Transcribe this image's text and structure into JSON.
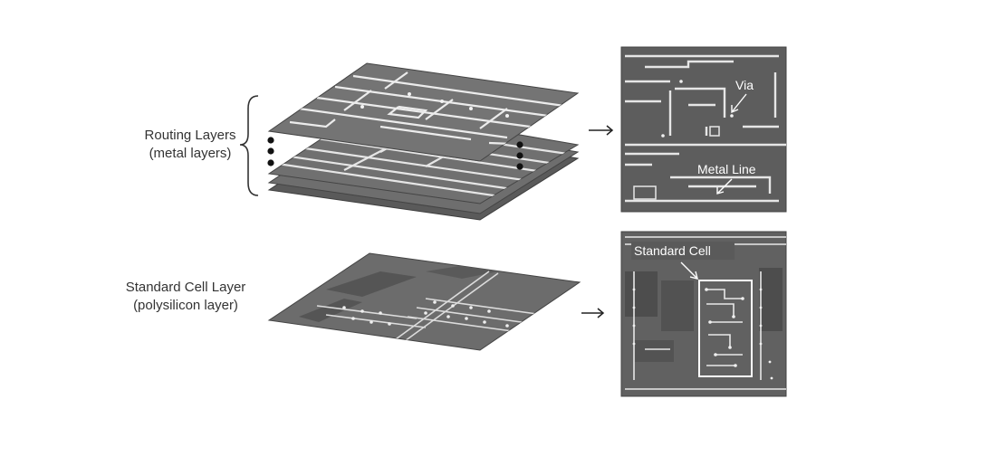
{
  "labels": {
    "routing_line1": "Routing Layers",
    "routing_line2": "(metal layers)",
    "std_line1": "Standard Cell Layer",
    "std_line2": "(polysilicon layer)"
  },
  "callouts": {
    "via": "Via",
    "metal_line": "Metal Line",
    "standard_cell": "Standard Cell"
  },
  "colors": {
    "layer_fill": "#6e6e6e",
    "layer_dark": "#4f4f4f",
    "trace": "#e8e8e8",
    "callout_text": "#ffffff",
    "label_text": "#333333"
  }
}
